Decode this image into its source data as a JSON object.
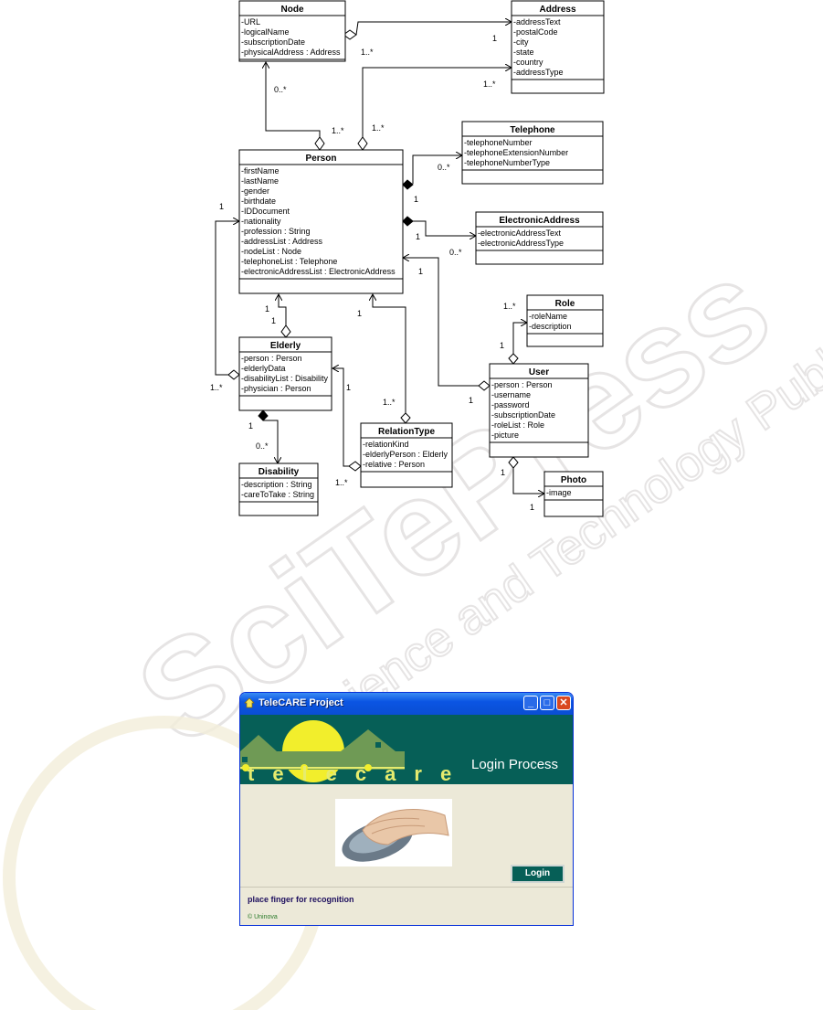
{
  "uml": {
    "classes": {
      "node": {
        "name": "Node",
        "attrs": [
          "-URL",
          "-logicalName",
          "-subscriptionDate",
          "-physicalAddress : Address"
        ]
      },
      "address": {
        "name": "Address",
        "attrs": [
          "-addressText",
          "-postalCode",
          "-city",
          "-state",
          "-country",
          "-addressType"
        ]
      },
      "telephone": {
        "name": "Telephone",
        "attrs": [
          "-telephoneNumber",
          "-telephoneExtensionNumber",
          "-telephoneNumberType"
        ]
      },
      "person": {
        "name": "Person",
        "attrs": [
          "-firstName",
          "-lastName",
          "-gender",
          "-birthdate",
          "-IDDocument",
          "-nationality",
          "-profession : String",
          "-addressList : Address",
          "-nodeList : Node",
          "-telephoneList : Telephone",
          "-electronicAddressList : ElectronicAddress"
        ]
      },
      "electronic": {
        "name": "ElectronicAddress",
        "attrs": [
          "-electronicAddressText",
          "-electronicAddressType"
        ]
      },
      "role": {
        "name": "Role",
        "attrs": [
          "-roleName",
          "-description"
        ]
      },
      "user": {
        "name": "User",
        "attrs": [
          "-person : Person",
          "-username",
          "-password",
          "-subscriptionDate",
          "-roleList : Role",
          "-picture"
        ]
      },
      "elderly": {
        "name": "Elderly",
        "attrs": [
          "-person : Person",
          "-elderlyData",
          "-disabilityList : Disability",
          "-physician : Person"
        ]
      },
      "relation": {
        "name": "RelationType",
        "attrs": [
          "-relationKind",
          "-elderlyPerson : Elderly",
          "-relative : Person"
        ]
      },
      "disability": {
        "name": "Disability",
        "attrs": [
          "-description : String",
          "-careToTake : String"
        ]
      },
      "photo": {
        "name": "Photo",
        "attrs": [
          "-image"
        ]
      }
    },
    "multiplicities": {
      "node_addr_1": "1",
      "node_addr_many": "1..*",
      "person_addr_many": "1..*",
      "node_person_0": "0..*",
      "person_node_many": "1..*",
      "person_addr_many2": "1..*",
      "tel_0": "0..*",
      "tel_1": "1",
      "ea_1": "1",
      "ea_0": "0..*",
      "user_person_1": "1",
      "elderly_self_1": "1",
      "elderly_self_many": "1..*",
      "elderly_person_1a": "1",
      "elderly_person_1b": "1",
      "relation_person_1": "1",
      "role_many": "1..*",
      "role_1": "1",
      "user_1": "1",
      "relation_many": "1..*",
      "relation_elderly_1": "1",
      "relation_elderly_many": "1..*",
      "dis_1": "1",
      "dis_0": "0..*",
      "photo_1a": "1",
      "photo_1b": "1"
    }
  },
  "window": {
    "title": "TeleCARE Project",
    "banner_title": "Login Process",
    "logo_text": "telecare",
    "login_label": "Login",
    "status_text": "place finger for recognition",
    "copyright": "© Uninova",
    "minimize_glyph": "_",
    "maximize_glyph": "□",
    "close_glyph": "✕"
  },
  "watermark": {
    "lines": [
      "SciTePress",
      "Science and Technology Publications"
    ],
    "color": "#e8e6e6"
  },
  "colors": {
    "banner": "#065f57",
    "titlebar": "#0b55e3",
    "logo_yellow": "#e6ec6e"
  }
}
